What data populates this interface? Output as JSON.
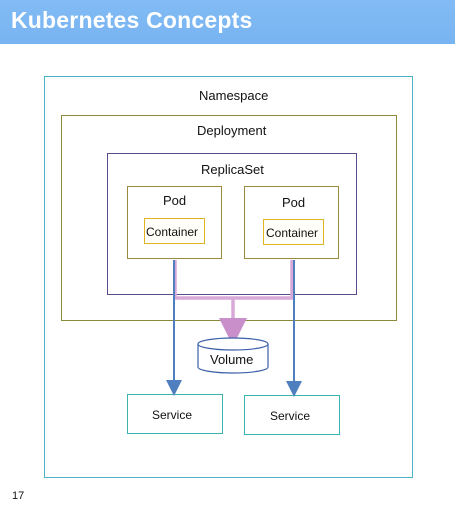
{
  "slide": {
    "title": "Kubernetes Concepts",
    "page_number": "17"
  },
  "diagram": {
    "namespace_label": "Namespace",
    "deployment_label": "Deployment",
    "replicaset_label": "ReplicaSet",
    "pods": [
      {
        "label": "Pod",
        "container_label": "Container"
      },
      {
        "label": "Pod",
        "container_label": "Container"
      }
    ],
    "volume_label": "Volume",
    "services": [
      {
        "label": "Service"
      },
      {
        "label": "Service"
      }
    ]
  },
  "colors": {
    "title_bar": "#7ab6f2",
    "namespace_border": "#4fb3c8",
    "deployment_border": "#8a8a3a",
    "replicaset_border": "#5a4a8c",
    "pod_border": "#9a8a40",
    "container_border": "#e0b320",
    "service_border": "#3bb3b0",
    "volume_connector": "#d7a8d8",
    "service_arrow": "#4f7fbf"
  }
}
